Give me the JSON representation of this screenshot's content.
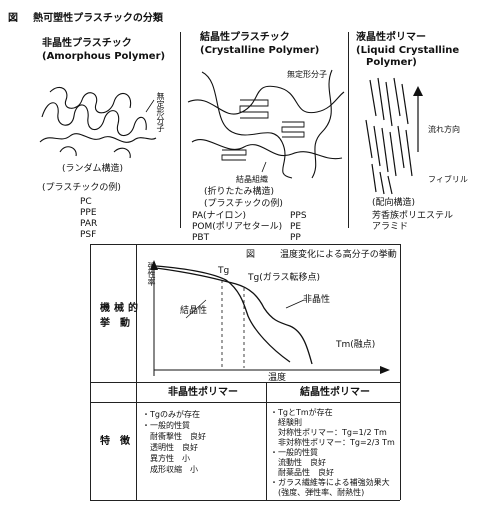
{
  "figure": {
    "label": "図",
    "title": "熱可塑性プラスチックの分類"
  },
  "columns": [
    {
      "title": "非晶性プラスチック",
      "subtitle": "(Amorphous Polymer)",
      "molecule_label": "無定形分子",
      "structure": "(ランダム構造)",
      "examples_heading": "(プラスチックの例)",
      "examples": [
        "PC",
        "PPE",
        "PAR",
        "PSF"
      ]
    },
    {
      "title": "結晶性プラスチック",
      "subtitle": "(Crystalline Polymer)",
      "molecule_label": "無定形分子",
      "crystal_label": "結晶組織",
      "structure": "(折りたたみ構造)",
      "examples_heading": "(プラスチックの例)",
      "examples_left": [
        "PA(ナイロン)",
        "POM(ポリアセタール)",
        "PBT"
      ],
      "examples_right": [
        "PPS",
        "PE",
        "PP"
      ]
    },
    {
      "title": "液晶性ポリマー",
      "subtitle1": "(Liquid Crystalline",
      "subtitle2": "Polymer)",
      "flow_label": "流れ方向",
      "fibril_label": "フィブリル",
      "structure": "(配向構造)",
      "examples": [
        "芳香族ポリエステル",
        "アラミド"
      ]
    }
  ],
  "table": {
    "row1_header": [
      "機",
      "械",
      "的",
      "挙",
      "動"
    ],
    "chart": {
      "label": "図",
      "title": "温度変化による高分子の挙動",
      "y_axis": "弾性率",
      "x_axis": "温度",
      "tg": "Tg",
      "tg_note": "Tg(ガラス転移点)",
      "amorphous": "非晶性",
      "crystalline": "結晶性",
      "tm": "Tm(融点)"
    },
    "col_headers": [
      "非晶性ポリマー",
      "結晶性ポリマー"
    ],
    "row2_header": [
      "特",
      "徴"
    ],
    "amorphous_features": [
      "・Tgのみが存在",
      "・一般的性質",
      "　耐衝撃性　良好",
      "　透明性　良好",
      "　異方性　小",
      "　成形収縮　小"
    ],
    "crystalline_features": [
      "・TgとTmが存在",
      "　経験則",
      "　対称性ポリマー：Tg=1/2 Tm",
      "　非対称性ポリマー：Tg=2/3 Tm",
      "・一般的性質",
      "　流動性　良好",
      "　耐薬品性　良好",
      "・ガラス繊維等による補強効果大",
      "　(強度、弾性率、耐熱性)"
    ]
  }
}
